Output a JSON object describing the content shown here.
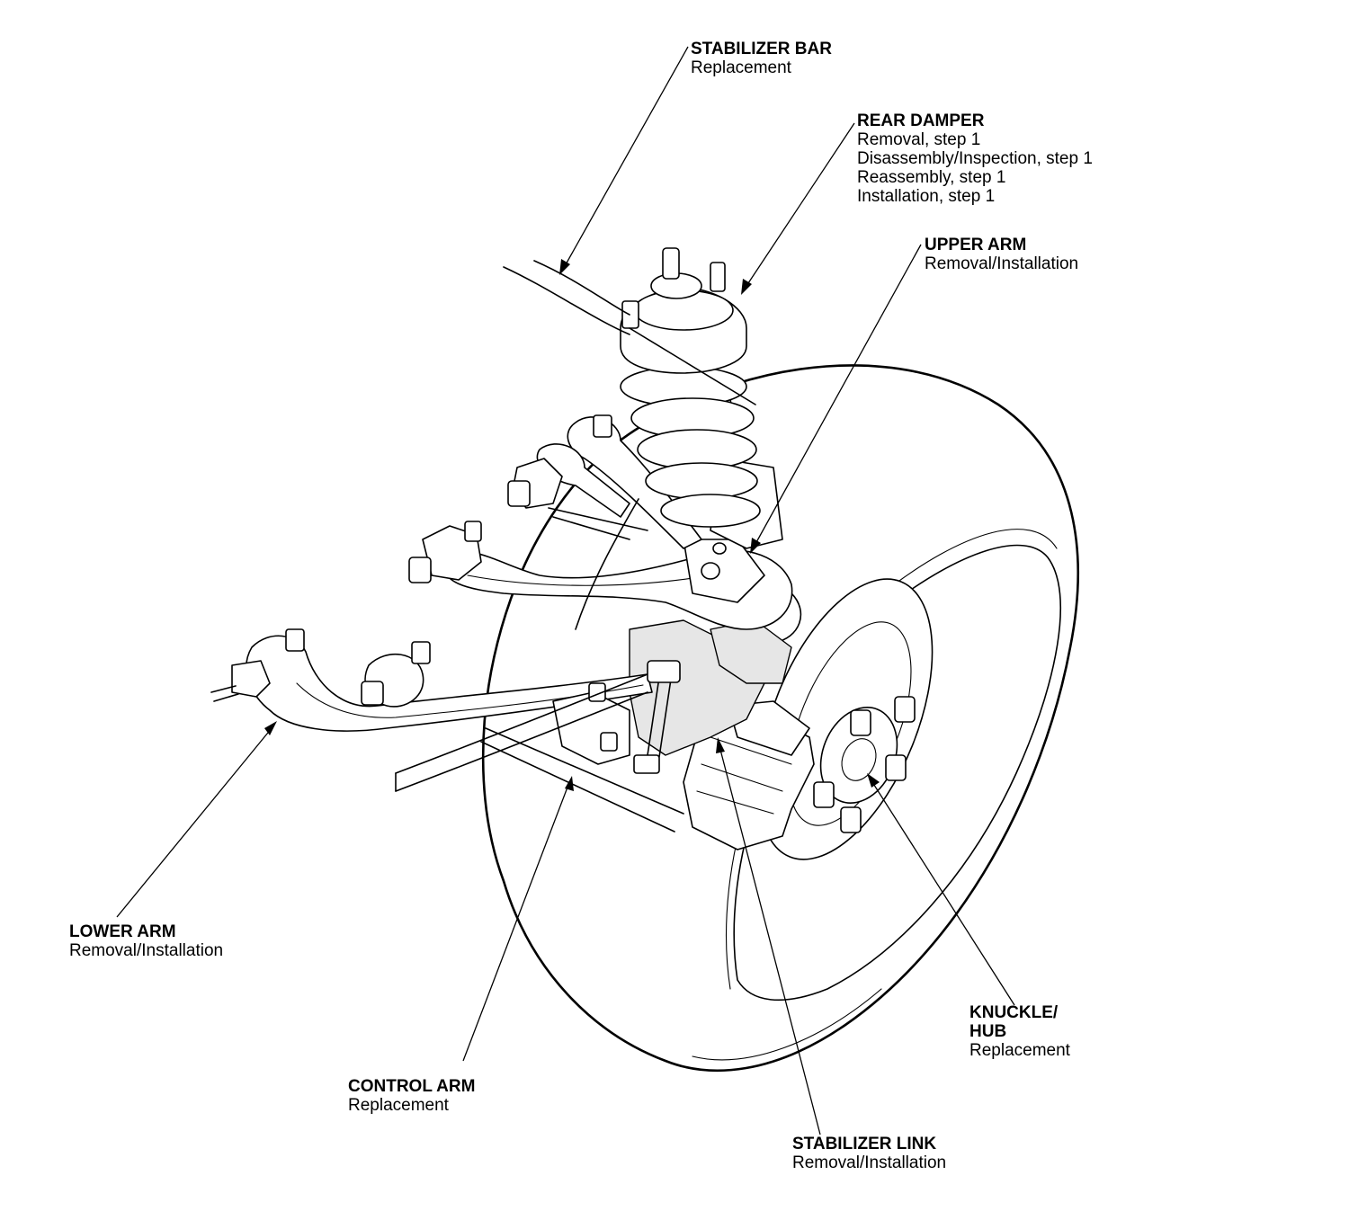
{
  "labels": {
    "stabilizer_bar": {
      "title": "STABILIZER BAR",
      "lines": [
        "Replacement"
      ]
    },
    "rear_damper": {
      "title": "REAR DAMPER",
      "lines": [
        "Removal, step 1",
        "Disassembly/Inspection, step 1",
        "Reassembly, step 1",
        "Installation, step 1"
      ]
    },
    "upper_arm": {
      "title": "UPPER ARM",
      "lines": [
        "Removal/Installation"
      ]
    },
    "lower_arm": {
      "title": "LOWER ARM",
      "lines": [
        "Removal/Installation"
      ]
    },
    "knuckle_hub": {
      "title_1": "KNUCKLE/",
      "title_2": "HUB",
      "lines": [
        "Replacement"
      ]
    },
    "control_arm": {
      "title": "CONTROL ARM",
      "lines": [
        "Replacement"
      ]
    },
    "stabilizer_link": {
      "title": "STABILIZER LINK",
      "lines": [
        "Removal/Installation"
      ]
    }
  }
}
